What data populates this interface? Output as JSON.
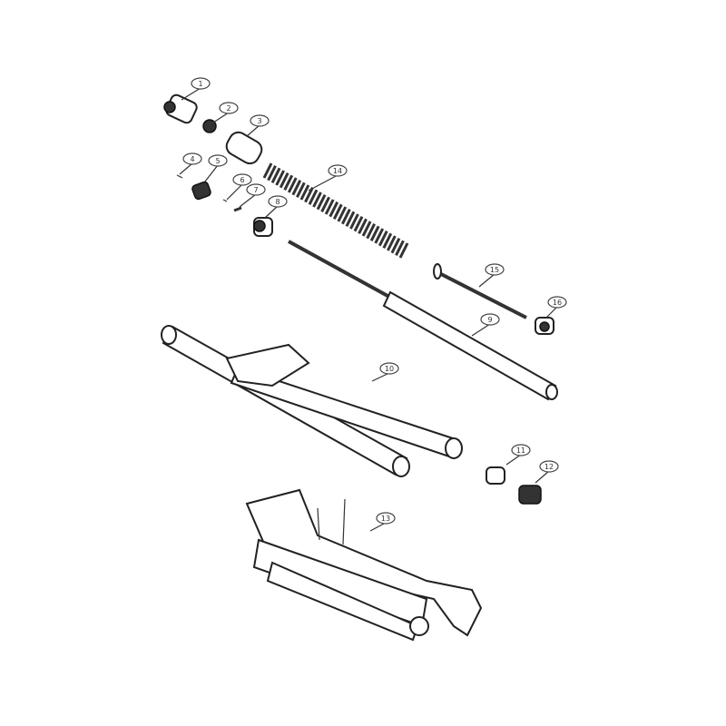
{
  "diagram": {
    "callouts": {
      "c1": "1",
      "c2": "2",
      "c3": "3",
      "c4": "4",
      "c5": "5",
      "c6": "6",
      "c7": "7",
      "c8": "8",
      "c14": "14",
      "c15": "15",
      "c16": "16",
      "c9": "9",
      "c10": "10",
      "c11": "11",
      "c12": "12",
      "c13": "13"
    }
  }
}
